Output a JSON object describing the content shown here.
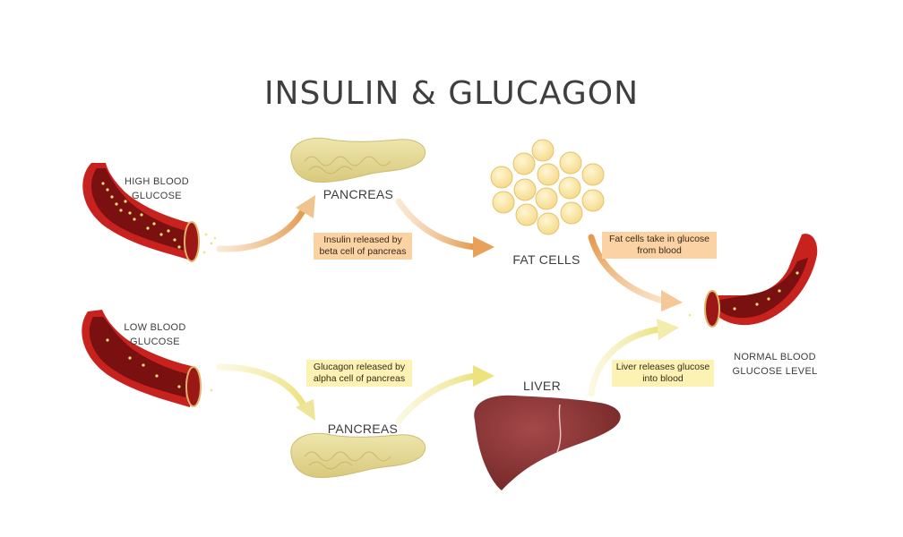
{
  "title": "INSULIN & GLUCAGON",
  "labels": {
    "high_blood": "HIGH BLOOD\nGLUCOSE",
    "low_blood": "LOW BLOOD\nGLUCOSE",
    "pancreas_top": "PANCREAS",
    "pancreas_bottom": "PANCREAS",
    "fat_cells": "FAT CELLS",
    "liver": "LIVER",
    "normal_blood": "NORMAL BLOOD\nGLUCOSE LEVEL"
  },
  "notes": {
    "insulin": "Insulin released by\nbeta cell of pancreas",
    "fat_take": "Fat cells take in glucose\nfrom blood",
    "glucagon": "Glucagon released by\nalpha cell of pancreas",
    "liver_release": "Liver releases glucose\ninto blood"
  },
  "colors": {
    "vessel_outer": "#c8221e",
    "vessel_inner": "#7a1010",
    "glucose_dot": "#f4e27a",
    "pancreas": "#e8dc9a",
    "fat_cell": "#fbe9a8",
    "liver": "#8a3432",
    "arrow_orange": "#e9a25a",
    "arrow_yellow": "#efe28a"
  }
}
